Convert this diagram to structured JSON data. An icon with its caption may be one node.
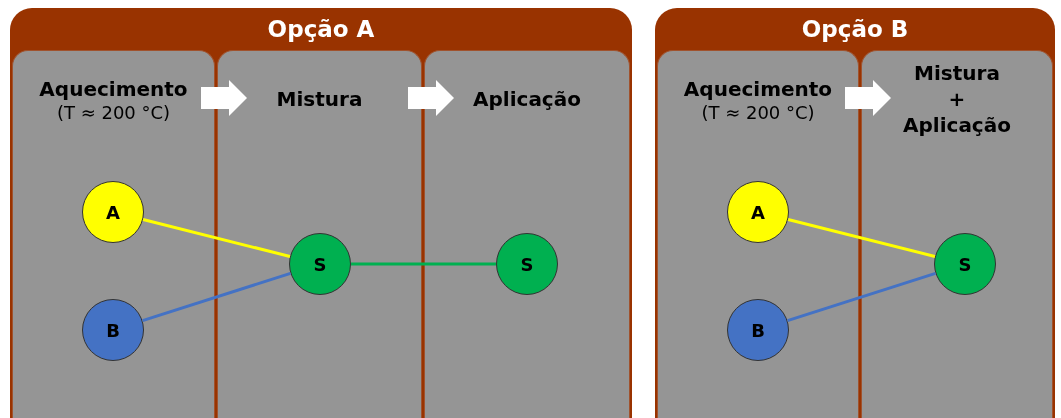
{
  "diagram": {
    "nodes": [
      {
        "text": [
          "Opção A"
        ]
      },
      {
        "text": [
          "Aquecimento",
          "(T ≈ 200 °C)"
        ],
        "in": 0
      },
      {
        "text": [
          "Mistura"
        ],
        "in": 0
      },
      {
        "text": [
          "Aplicação"
        ],
        "in": 0
      },
      {
        "text": [
          "A"
        ],
        "in": 1
      },
      {
        "text": [
          "B"
        ],
        "in": 1
      },
      {
        "text": [
          "S"
        ],
        "in": 2
      },
      {
        "text": [
          "S"
        ],
        "in": 3
      },
      {
        "text": [
          "Opção B"
        ]
      },
      {
        "text": [
          "Aquecimento",
          "(T ≈ 200 °C)"
        ],
        "in": 8
      },
      {
        "text": [
          "Mistura + Aplicação"
        ],
        "in": 8
      },
      {
        "text": [
          "A"
        ],
        "in": 9
      },
      {
        "text": [
          "B"
        ],
        "in": 9
      },
      {
        "text": [
          "S"
        ],
        "in": 10
      }
    ],
    "edges": [
      {
        "from": 1,
        "to": 2,
        "arrow": "to",
        "style": "thick",
        "color": "#ffffff"
      },
      {
        "from": 2,
        "to": 3,
        "arrow": "to",
        "style": "thick",
        "color": "#ffffff"
      },
      {
        "from": 9,
        "to": 10,
        "arrow": "to",
        "style": "thick",
        "color": "#ffffff"
      },
      {
        "from": 4,
        "to": 6,
        "arrow": "none",
        "color": "#ffff00"
      },
      {
        "from": 5,
        "to": 6,
        "arrow": "none",
        "color": "#4472c4"
      },
      {
        "from": 6,
        "to": 7,
        "arrow": "none",
        "color": "#00b050"
      },
      {
        "from": 11,
        "to": 13,
        "arrow": "none",
        "color": "#ffff00"
      },
      {
        "from": 12,
        "to": 13,
        "arrow": "none",
        "color": "#4472c4"
      }
    ]
  }
}
